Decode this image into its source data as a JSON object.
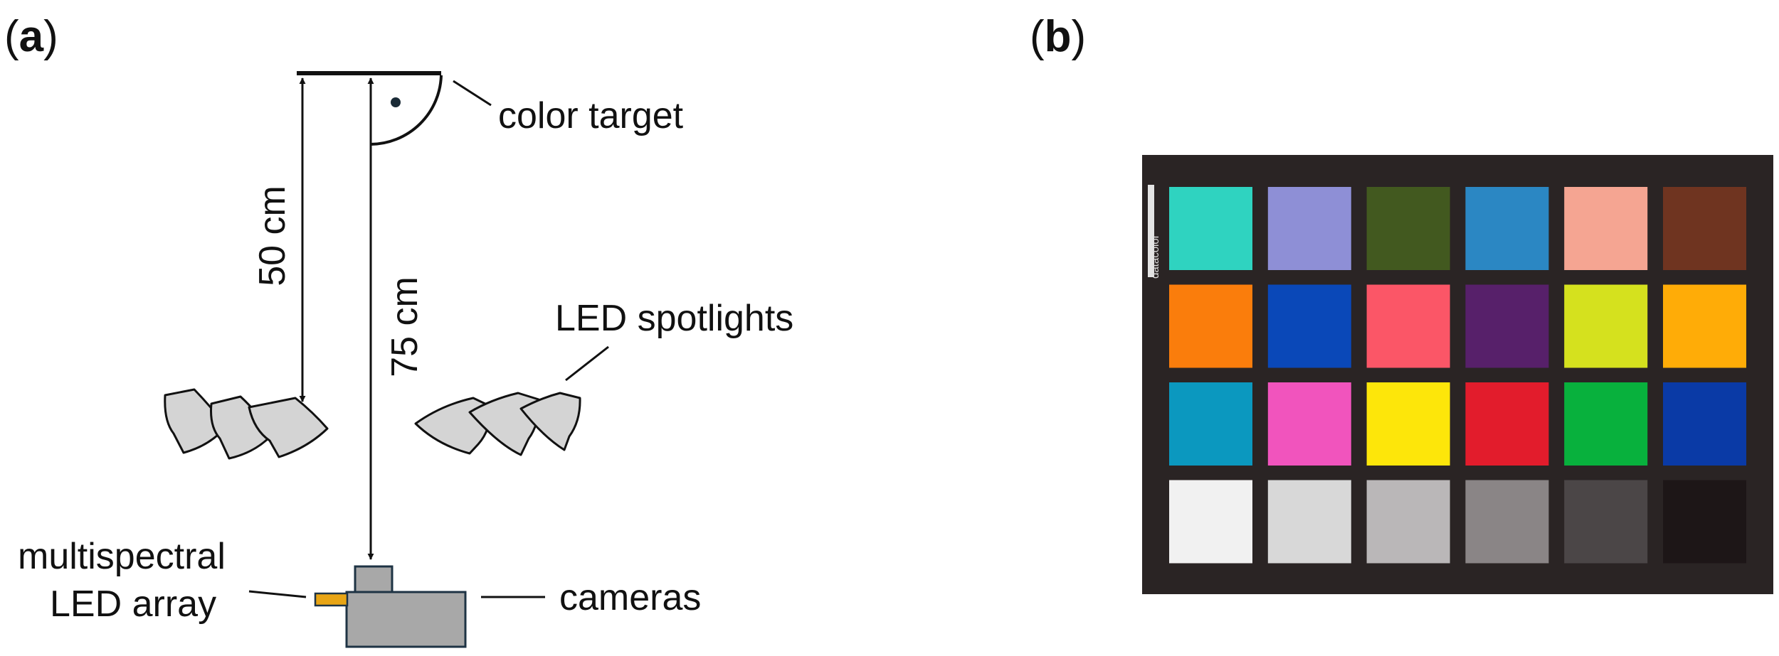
{
  "panel_a": {
    "label_open": "(",
    "label_letter": "a",
    "label_close": ")",
    "labels": {
      "color_target": "color target",
      "distance_50": "50 cm",
      "distance_75": "75 cm",
      "led_spotlights": "LED spotlights",
      "multispectral_line1": "multispectral",
      "multispectral_line2": "LED array",
      "cameras": "cameras"
    },
    "colors": {
      "spotlight_fill": "#d4d4d4",
      "camera_fill": "#a8a8a8",
      "camera_stroke": "#1e3344",
      "led_array_fill": "#e8a515",
      "line": "#111111"
    }
  },
  "panel_b": {
    "label_open": "(",
    "label_letter": "b",
    "label_close": ")",
    "chart_border_text": "datacolor",
    "board_color": "#2a2424",
    "patches": [
      [
        "#2fd3c0",
        "#8e8fd6",
        "#42591f",
        "#2b87c3",
        "#f5a592",
        "#6f3420"
      ],
      [
        "#fa7d0c",
        "#0a48b8",
        "#fb5667",
        "#57206a",
        "#d5e11e",
        "#ffac07"
      ],
      [
        "#0b98bf",
        "#f154bd",
        "#fde60a",
        "#e21c2c",
        "#08b13d",
        "#0a3aa6"
      ],
      [
        "#f1f1f1",
        "#d8d8d8",
        "#bab7b8",
        "#8a8586",
        "#4b4647",
        "#1d1617"
      ]
    ]
  }
}
